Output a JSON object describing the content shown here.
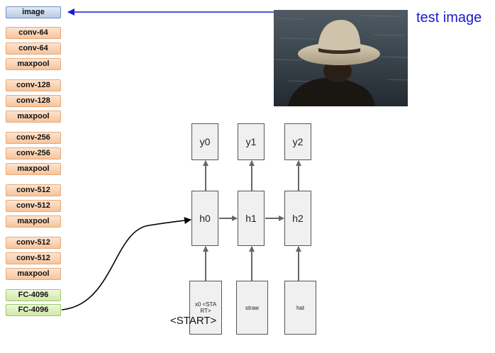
{
  "cnn_layers": [
    {
      "label": "image",
      "kind": "img"
    },
    {
      "label": "conv-64",
      "kind": "conv"
    },
    {
      "label": "conv-64",
      "kind": "conv"
    },
    {
      "label": "maxpool",
      "kind": "conv"
    },
    {
      "label": "conv-128",
      "kind": "conv"
    },
    {
      "label": "conv-128",
      "kind": "conv"
    },
    {
      "label": "maxpool",
      "kind": "conv"
    },
    {
      "label": "conv-256",
      "kind": "conv"
    },
    {
      "label": "conv-256",
      "kind": "conv"
    },
    {
      "label": "maxpool",
      "kind": "conv"
    },
    {
      "label": "conv-512",
      "kind": "conv"
    },
    {
      "label": "conv-512",
      "kind": "conv"
    },
    {
      "label": "maxpool",
      "kind": "conv"
    },
    {
      "label": "conv-512",
      "kind": "conv"
    },
    {
      "label": "conv-512",
      "kind": "conv"
    },
    {
      "label": "maxpool",
      "kind": "conv"
    },
    {
      "label": "FC-4096",
      "kind": "fc"
    },
    {
      "label": "FC-4096",
      "kind": "fc"
    }
  ],
  "test_image_label": "test image",
  "rnn": {
    "outputs": [
      "y0",
      "y1",
      "y2"
    ],
    "hidden": [
      "h0",
      "h1",
      "h2"
    ],
    "inputs": [
      "x0 <START>",
      "straw",
      "hat"
    ]
  },
  "start_label": "<START>",
  "colors": {
    "image_arrow": "#1a1acc",
    "conv_fill": "#f6c49c",
    "fc_fill": "#cfe9a6",
    "image_fill": "#b9cbe6"
  }
}
